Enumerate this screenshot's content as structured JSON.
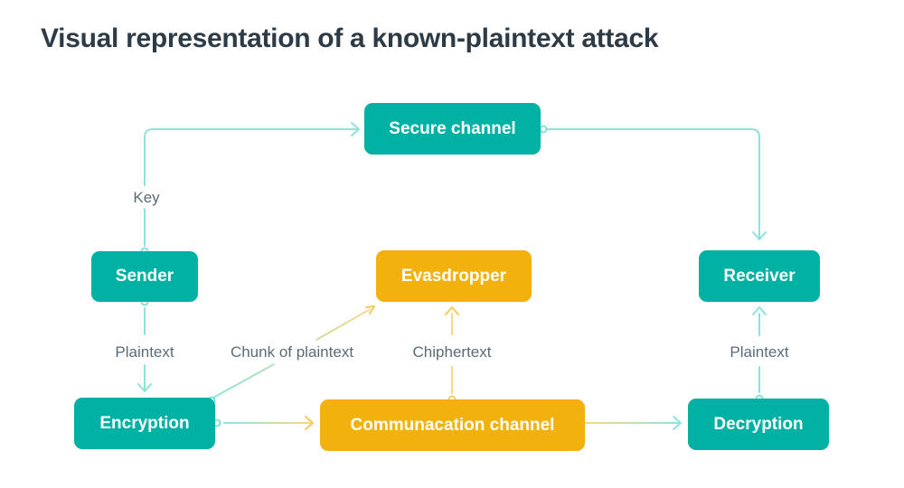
{
  "title": "Visual representation of a known-plaintext attack",
  "nodes": {
    "secure_channel": {
      "label": "Secure channel",
      "color": "#00b1a4"
    },
    "sender": {
      "label": "Sender",
      "color": "#00b1a4"
    },
    "evasdropper": {
      "label": "Evasdropper",
      "color": "#f2b10d"
    },
    "receiver": {
      "label": "Receiver",
      "color": "#00b1a4"
    },
    "encryption": {
      "label": "Encryption",
      "color": "#00b1a4"
    },
    "communacation_channel": {
      "label": "Communacation channel",
      "color": "#f2b10d"
    },
    "decryption": {
      "label": "Decryption",
      "color": "#00b1a4"
    }
  },
  "edge_labels": {
    "key": "Key",
    "plaintext_left": "Plaintext",
    "chunk_of_plaintext": "Chunk of plaintext",
    "chiphertext": "Chiphertext",
    "plaintext_right": "Plaintext"
  },
  "colors": {
    "teal_box": "#00b1a4",
    "yellow_box": "#f2b10d",
    "teal_line": "#8ee3da",
    "yellow_line": "#f9d887",
    "yellow_arrow": "#f6c95b",
    "title_text": "#2c3b46",
    "label_text": "#5a6b78"
  },
  "edges": [
    {
      "from": "sender",
      "to": "secure_channel",
      "label": "Key"
    },
    {
      "from": "secure_channel",
      "to": "receiver",
      "label": ""
    },
    {
      "from": "sender",
      "to": "encryption",
      "label": "Plaintext"
    },
    {
      "from": "encryption",
      "to": "communacation_channel",
      "label": ""
    },
    {
      "from": "communacation_channel",
      "to": "decryption",
      "label": ""
    },
    {
      "from": "decryption",
      "to": "receiver",
      "label": "Plaintext"
    },
    {
      "from": "communacation_channel",
      "to": "evasdropper",
      "label": "Chiphertext"
    },
    {
      "from": "encryption",
      "to": "evasdropper",
      "label": "Chunk of plaintext"
    }
  ]
}
